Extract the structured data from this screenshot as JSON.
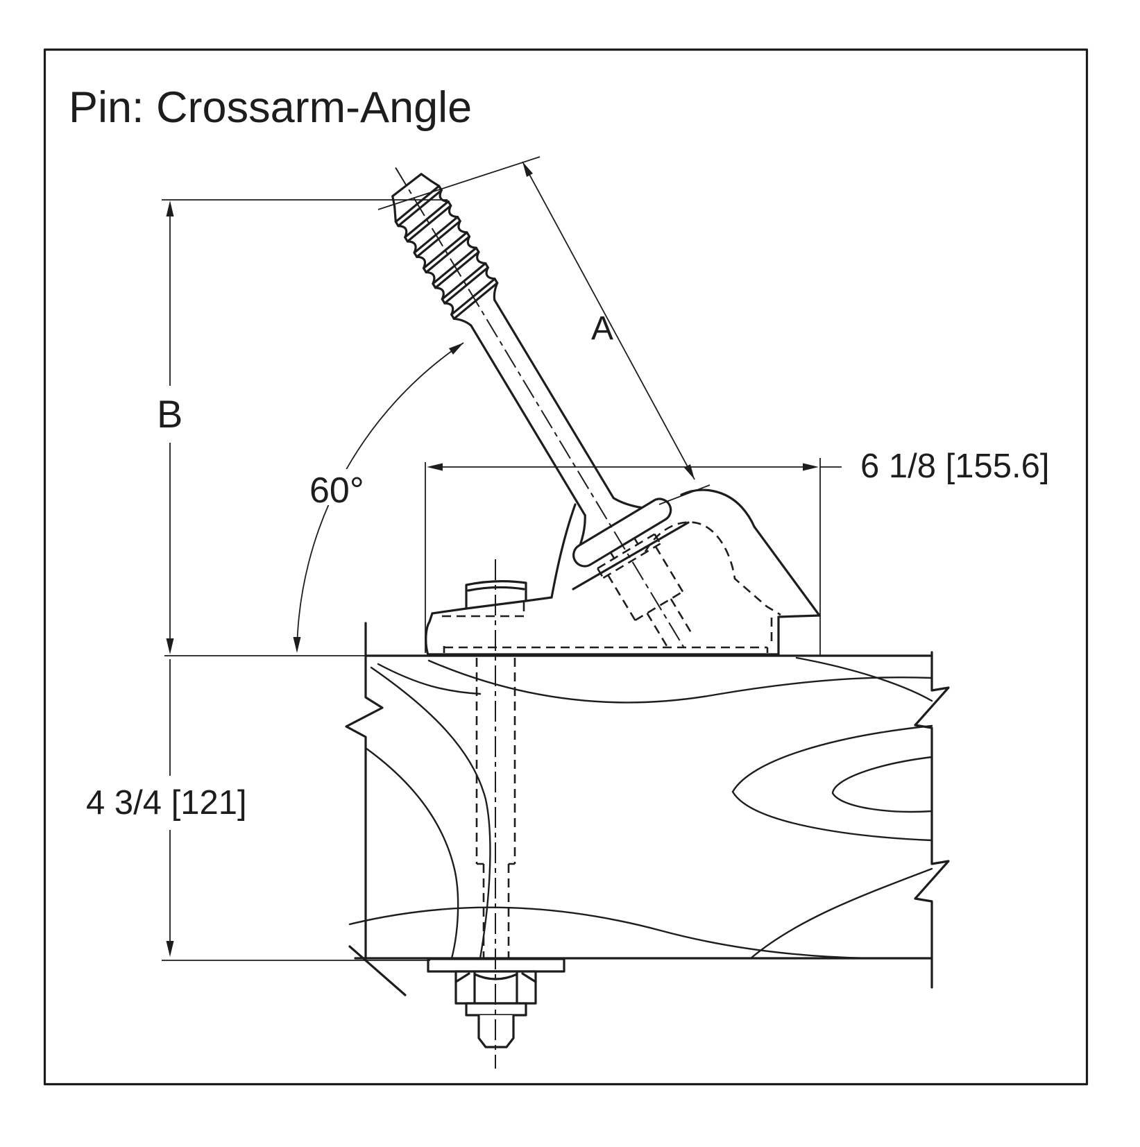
{
  "drawing": {
    "title": "Pin: Crossarm-Angle",
    "type": "technical-dimension-drawing",
    "line_color": "#1d1d1d",
    "background_color": "#ffffff",
    "parts": {
      "pin": "threaded insulator pin",
      "base": "angle base casting",
      "crossarm": "wood crossarm (section)",
      "bolt": "through bolt with square head, washer and hex nut"
    },
    "dimensions": {
      "pin_length_label": "A",
      "mount_height_label": "B",
      "pin_angle_label": "60°",
      "base_width_label": "6 1/8 [155.6]",
      "crossarm_drop_label": "4 3/4 [121]"
    }
  }
}
